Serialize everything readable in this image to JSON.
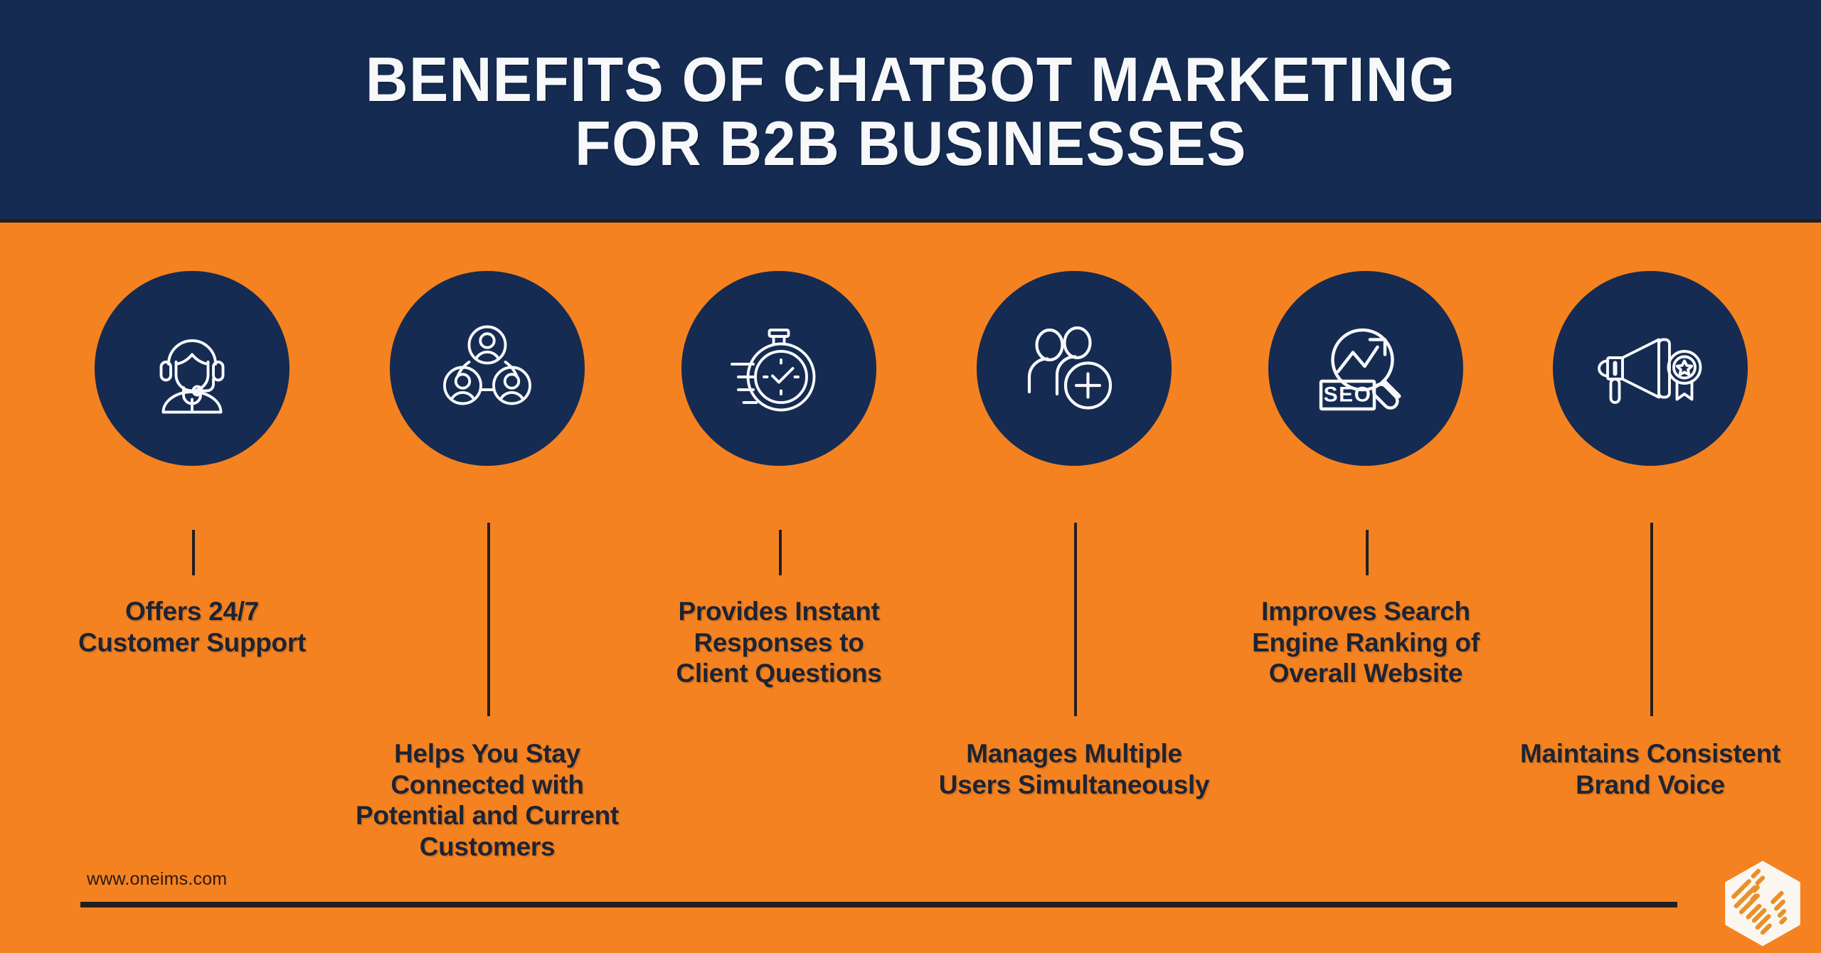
{
  "header": {
    "title_line_1": "BENEFITS OF CHATBOT MARKETING",
    "title_line_2": "FOR B2B BUSINESSES",
    "background_color": "#152B52",
    "text_color": "#F7F8FA"
  },
  "theme": {
    "orange": "#F58220",
    "navy": "#152B52",
    "ink": "#1D2433"
  },
  "benefits": [
    {
      "icon": "headset-support-agent-icon",
      "caption_lines": [
        "Offers 24/7",
        "Customer Support"
      ],
      "caption_position": "high"
    },
    {
      "icon": "people-network-icon",
      "caption_lines": [
        "Helps You Stay",
        "Connected with",
        "Potential and Current",
        "Customers"
      ],
      "caption_position": "low"
    },
    {
      "icon": "stopwatch-speed-icon",
      "caption_lines": [
        "Provides Instant",
        "Responses to",
        "Client Questions"
      ],
      "caption_position": "high"
    },
    {
      "icon": "add-users-icon",
      "caption_lines": [
        "Manages Multiple",
        "Users Simultaneously"
      ],
      "caption_position": "low"
    },
    {
      "icon": "seo-magnifier-growth-icon",
      "caption_lines": [
        "Improves Search",
        "Engine Ranking of",
        "Overall Website"
      ],
      "caption_position": "high"
    },
    {
      "icon": "megaphone-award-icon",
      "caption_lines": [
        "Maintains Consistent",
        "Brand Voice"
      ],
      "caption_position": "low"
    }
  ],
  "footer": {
    "url": "www.oneims.com",
    "logo": "oneims-hexagon-logo"
  }
}
